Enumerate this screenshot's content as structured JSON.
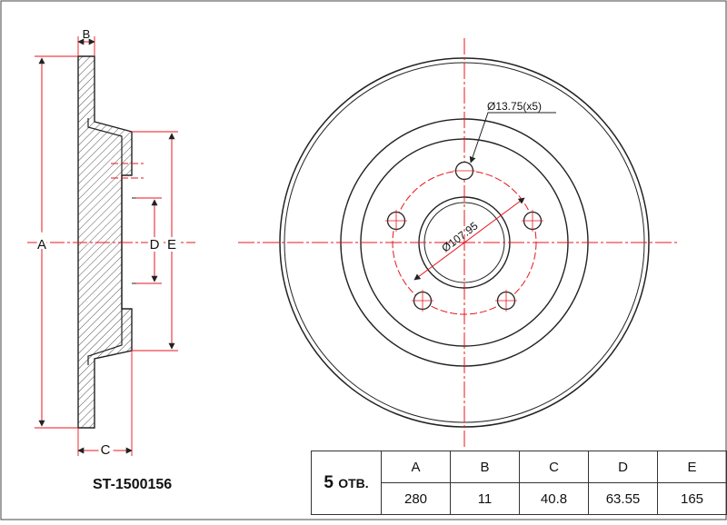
{
  "part_number": "ST-1500156",
  "holes": {
    "count": "5",
    "unit": "ОТВ."
  },
  "dimensions": {
    "headers": [
      "A",
      "B",
      "C",
      "D",
      "E"
    ],
    "values": [
      "280",
      "11",
      "40.8",
      "63.55",
      "165"
    ]
  },
  "callouts": {
    "bolt_hole": "Ø13.75(x5)",
    "bolt_circle": "Ø107.95"
  },
  "colors": {
    "centerline": "#e8141c",
    "outline": "#222222"
  }
}
